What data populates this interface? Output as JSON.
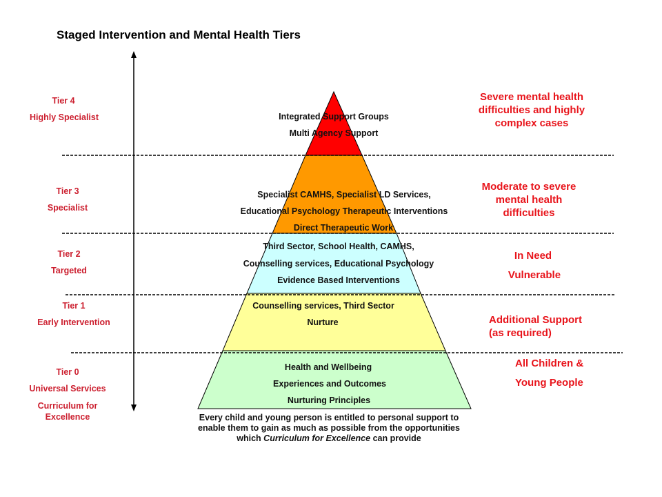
{
  "title": "Staged Intervention and Mental Health Tiers",
  "colors": {
    "tier4": "#ff0000",
    "tier3": "#ff9900",
    "tier2": "#ccffff",
    "tier1": "#ffff99",
    "tier0": "#ccffcc",
    "label_red": "#cc1f2f",
    "desc_red": "#e8141b"
  },
  "tiers": [
    {
      "name": "Tier 4",
      "level": "Highly Specialist",
      "services": [
        "Integrated Support Groups",
        "Multi Agency Support"
      ],
      "description": "Severe mental health difficulties and highly complex cases"
    },
    {
      "name": "Tier 3",
      "level": "Specialist",
      "services": [
        "Specialist CAMHS,  Specialist LD Services,",
        "Educational Psychology  Therapeutic Interventions",
        "Direct Therapeutic Work"
      ],
      "description": "Moderate to severe mental health difficulties"
    },
    {
      "name": "Tier 2",
      "level": "Targeted",
      "services": [
        "Third Sector, School Health, CAMHS,",
        "Counselling services, Educational Psychology",
        "Evidence Based Interventions"
      ],
      "description_lines": [
        "In Need",
        "Vulnerable"
      ]
    },
    {
      "name": "Tier 1",
      "level": "Early Intervention",
      "services": [
        "Counselling services, Third Sector",
        "Nurture"
      ],
      "description_lines": [
        "Additional Support",
        "(as required)"
      ]
    },
    {
      "name": "Tier 0",
      "level": "Universal Services",
      "level2": "Curriculum for Excellence",
      "services": [
        "Health and Wellbeing",
        "Experiences and Outcomes",
        "Nurturing Principles"
      ],
      "description_lines": [
        "All Children &",
        "Young People"
      ]
    }
  ],
  "footer": {
    "line1": "Every child and young person is entitled to personal support to",
    "line2": "enable them to gain as much as possible from the opportunities",
    "line3_pre": "which ",
    "line3_em": "Curriculum for Excellence",
    "line3_post": " can provide"
  }
}
